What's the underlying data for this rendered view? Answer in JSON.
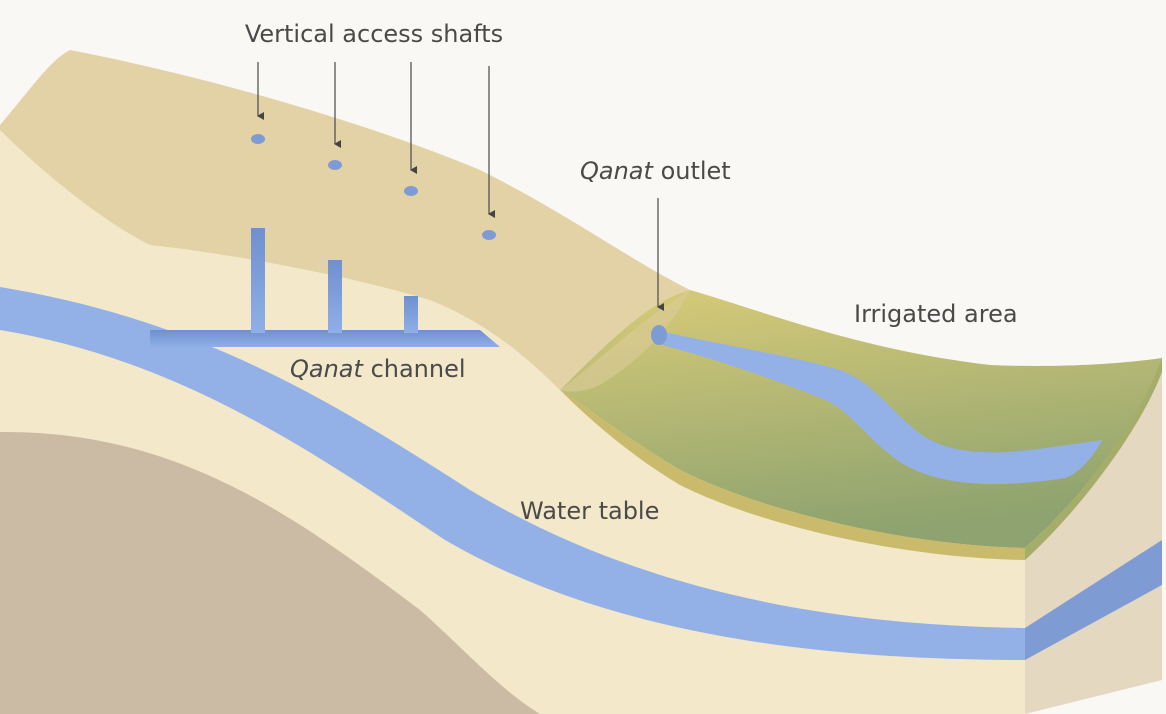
{
  "diagram": {
    "labels": {
      "shafts": "Vertical access shafts",
      "outlet_term": "Qanat",
      "outlet_rest": " outlet",
      "channel_term": "Qanat",
      "channel_rest": " channel",
      "irrigated": "Irrigated area",
      "water_table": "Water table"
    }
  },
  "colors": {
    "background": "#faf8f4",
    "surface": "#e3d2a6",
    "soil": "#f3e8c9",
    "bedrock": "#cbbba4",
    "water": "#93b1e6",
    "water_dark": "#7f9bd4",
    "irrigated_light": "#d5c877",
    "irrigated_dark": "#8fa46f",
    "side_face": "#e4d9c0",
    "text": "#4a4a4a"
  }
}
